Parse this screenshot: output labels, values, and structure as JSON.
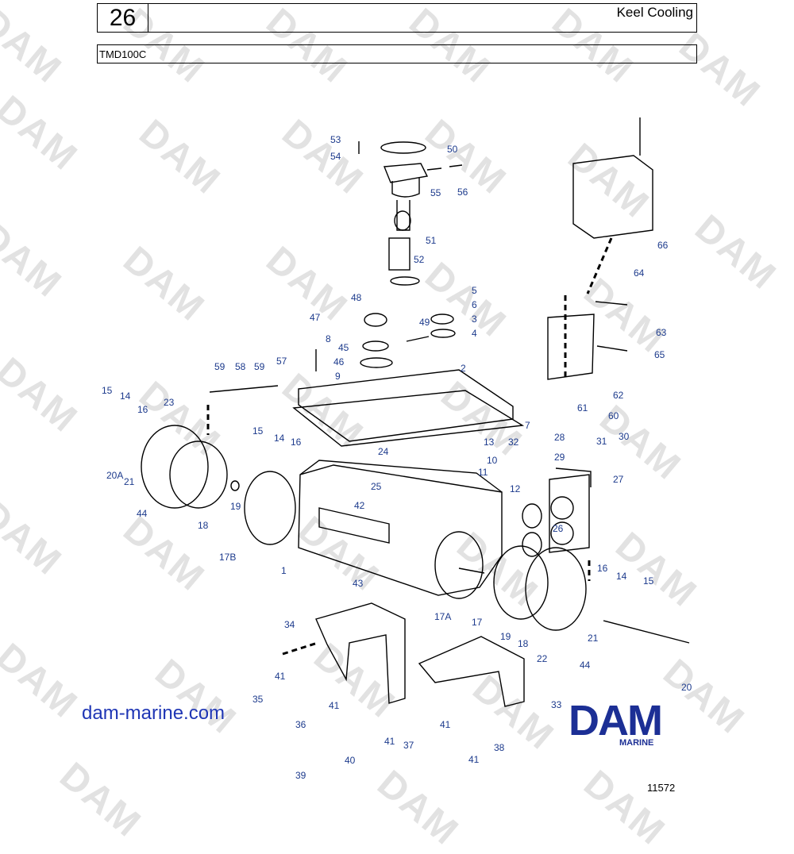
{
  "header": {
    "page_number": "26",
    "title": "Keel Cooling",
    "model": "TMD100C"
  },
  "watermark": "DAM",
  "callouts": [
    "53",
    "54",
    "50",
    "55",
    "56",
    "51",
    "52",
    "66",
    "64",
    "5",
    "6",
    "3",
    "4",
    "48",
    "47",
    "49",
    "8",
    "45",
    "46",
    "63",
    "65",
    "2",
    "59",
    "58",
    "59",
    "57",
    "9",
    "62",
    "61",
    "60",
    "15",
    "14",
    "16",
    "23",
    "7",
    "15",
    "14",
    "16",
    "24",
    "13",
    "10",
    "32",
    "28",
    "31",
    "30",
    "29",
    "27",
    "11",
    "12",
    "20A",
    "21",
    "25",
    "44",
    "19",
    "18",
    "42",
    "26",
    "17B",
    "1",
    "43",
    "16",
    "14",
    "15",
    "17A",
    "17",
    "19",
    "18",
    "22",
    "21",
    "44",
    "34",
    "20",
    "41",
    "35",
    "41",
    "33",
    "36",
    "41",
    "41",
    "38",
    "37",
    "39",
    "40",
    "41"
  ],
  "footer": {
    "website": "dam-marine.com",
    "logo_text": "DAM",
    "logo_sub": "MARINE",
    "figure_number": "11572"
  },
  "colors": {
    "callout": "#1c3a8c",
    "logo": "#1c2f95",
    "website": "#1f36b5",
    "watermark": "#e2e2e2"
  }
}
